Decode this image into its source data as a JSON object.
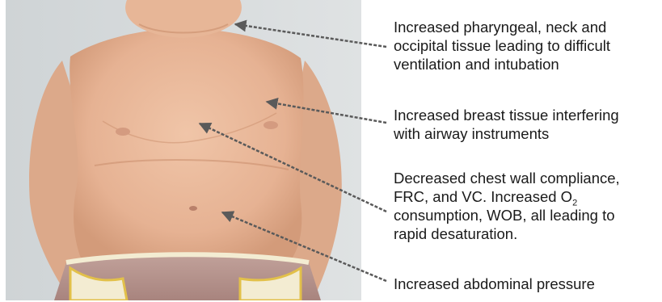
{
  "figure": {
    "colors": {
      "background_wall": "#d7dbdc",
      "skin": "#eab99a",
      "skin_shadow": "#c98d6c",
      "shorts": "#b79690",
      "waistband": "#f3ecd2",
      "pocket_trim": "#e2c04a",
      "arrow": "#5a5a5a",
      "text": "#1a1a1a"
    },
    "callouts": [
      {
        "lines": [
          "Increased pharyngeal, neck and",
          "occipital tissue leading to difficult",
          "ventilation and intubation"
        ]
      },
      {
        "lines": [
          "Increased breast tissue interfering",
          "with airway instruments"
        ]
      },
      {
        "line1": "Decreased chest wall compliance,",
        "line2_main": "FRC, and VC. Increased O",
        "line2_sub": "2",
        "line3": "consumption, WOB, all leading to",
        "line4": "rapid desaturation."
      },
      {
        "lines": [
          "Increased abdominal pressure"
        ]
      }
    ]
  }
}
